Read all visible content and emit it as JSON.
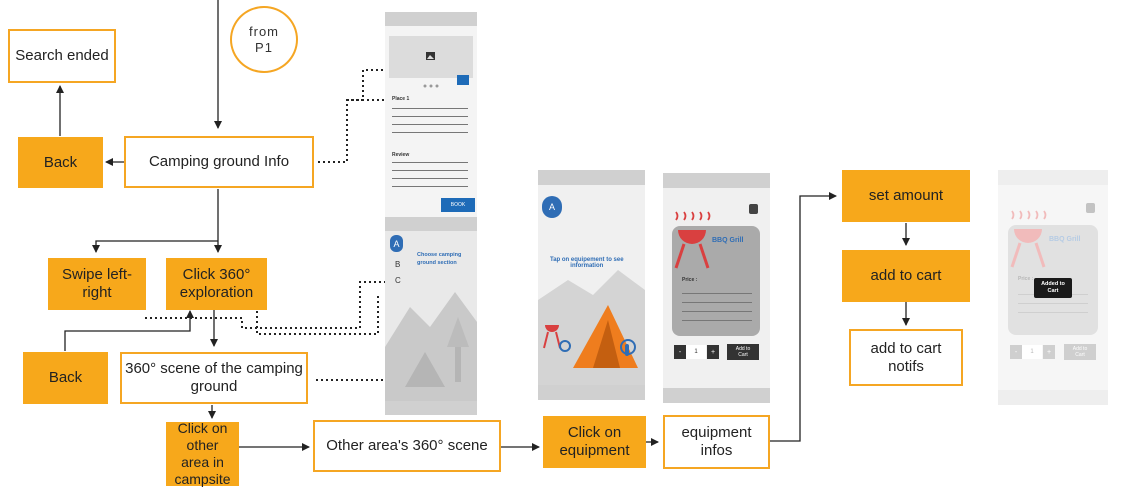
{
  "nodes": {
    "from_p1": "from\nP1",
    "search_ended": "Search ended",
    "back_top": "Back",
    "camping_ground_info": "Camping ground Info",
    "swipe": "Swipe left-\nright",
    "click360": "Click 360°\nexploration",
    "back_mid": "Back",
    "scene360": "360° scene of the camping\nground",
    "click_other_area": "Click on other\narea in\ncampsite",
    "other_area_scene": "Other area's 360° scene",
    "click_equipment": "Click on\nequipment",
    "equipment_infos": "equipment\ninfos",
    "set_amount": "set amount",
    "add_to_cart": "add to cart",
    "add_to_cart_notifs": "add to cart\nnotifs"
  },
  "wireframes": {
    "info": {
      "place": "Place 1",
      "review": "Review",
      "book": "BOOK",
      "section_option_a": "A",
      "section_option_b": "B",
      "section_option_c": "C",
      "choose_section": "Choose camping\nground section"
    },
    "tap_screen": {
      "badge": "A",
      "hint": "Tap on equipement to see\ninformation"
    },
    "grill_screen": {
      "title": "BBQ Grill",
      "price": "Price :",
      "minus": "-",
      "qty": "1",
      "plus": "+",
      "add_to_cart": "Add to\nCart"
    },
    "cart_screen": {
      "title": "BBQ Grill",
      "price": "Price :",
      "toast": "Added to\nCart",
      "minus": "-",
      "qty": "1",
      "plus": "+",
      "add_to_cart": "Add to\nCart"
    }
  },
  "colors": {
    "orange_fill": "#f7a81b",
    "orange_border": "#f5a623",
    "badge_blue": "#2f6db5",
    "book_blue": "#1e6bb8",
    "grill_red": "#d94040"
  }
}
